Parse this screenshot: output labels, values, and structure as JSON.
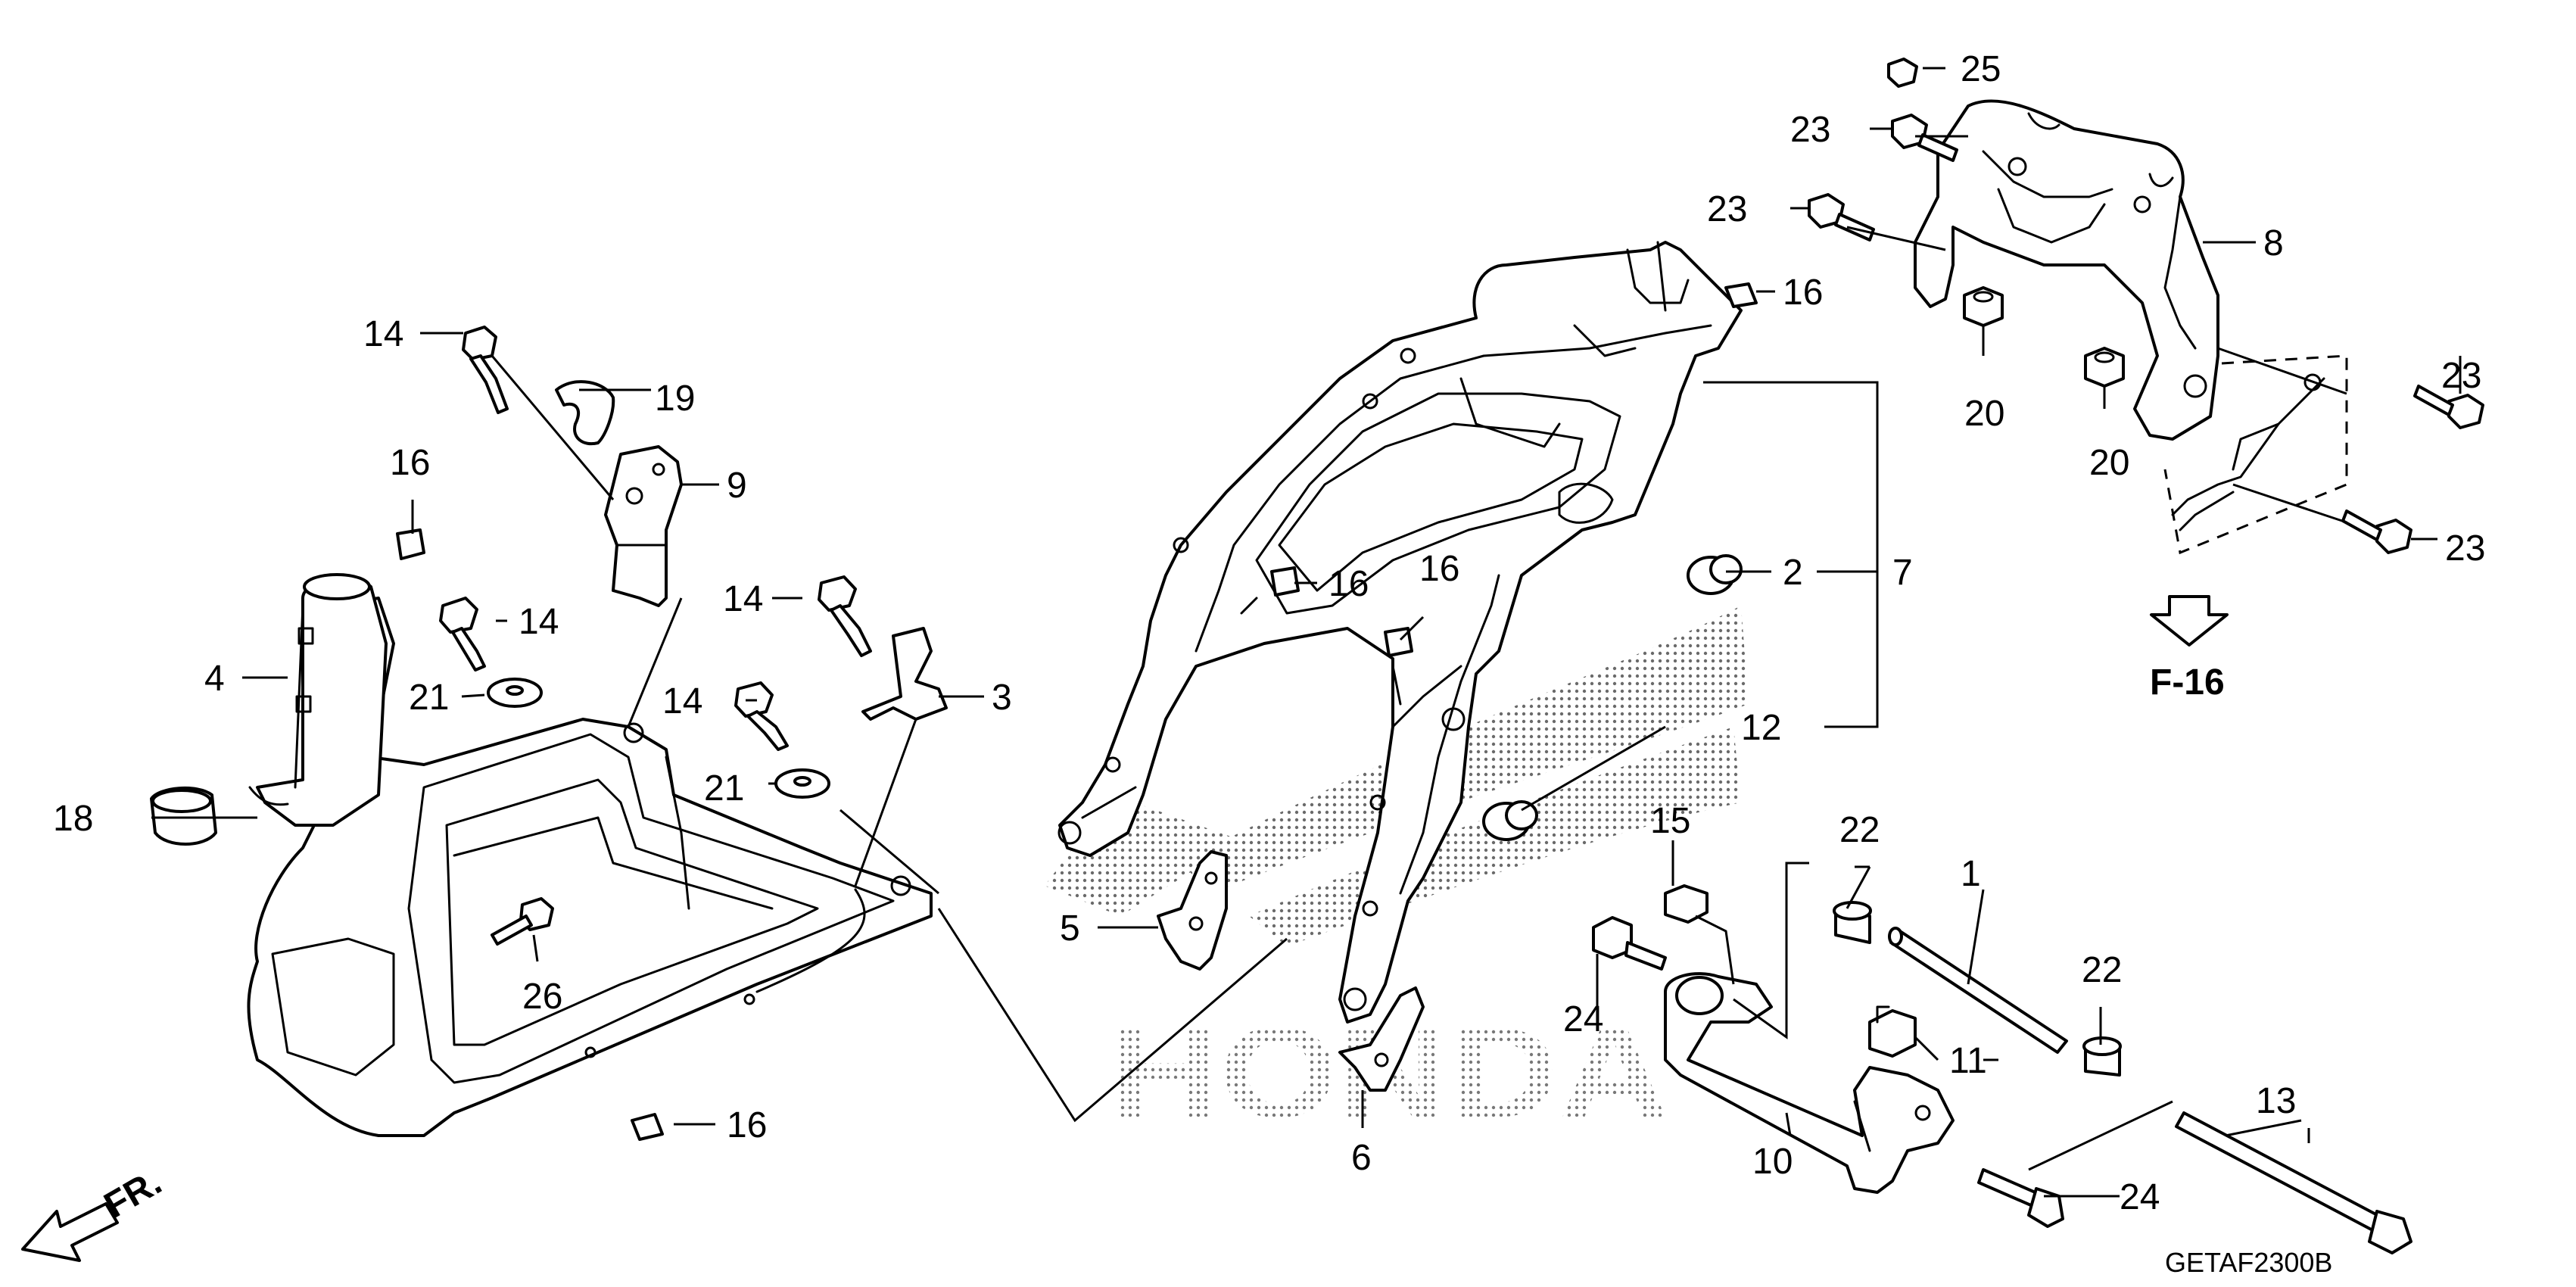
{
  "diagram": {
    "watermark": "HONDA",
    "drawing_code": "GETAF2300B",
    "direction_label": "FR.",
    "reference_label": "F-16",
    "callouts": {
      "c1": "1",
      "c2": "2",
      "c3": "3",
      "c4": "4",
      "c5": "5",
      "c6": "6",
      "c7": "7",
      "c8": "8",
      "c9": "9",
      "c10": "10",
      "c11": "11",
      "c12": "12",
      "c13": "13",
      "c14a": "14",
      "c14b": "14",
      "c14c": "14",
      "c14d": "14",
      "c15": "15",
      "c16a": "16",
      "c16b": "16",
      "c16c": "16",
      "c16d": "16",
      "c16e": "16",
      "c18": "18",
      "c19": "19",
      "c20a": "20",
      "c20b": "20",
      "c21a": "21",
      "c21b": "21",
      "c22a": "22",
      "c22b": "22",
      "c23a": "23",
      "c23b": "23",
      "c23c": "23",
      "c23d": "23",
      "c24a": "24",
      "c24b": "24",
      "c25": "25",
      "c26": "26"
    }
  }
}
